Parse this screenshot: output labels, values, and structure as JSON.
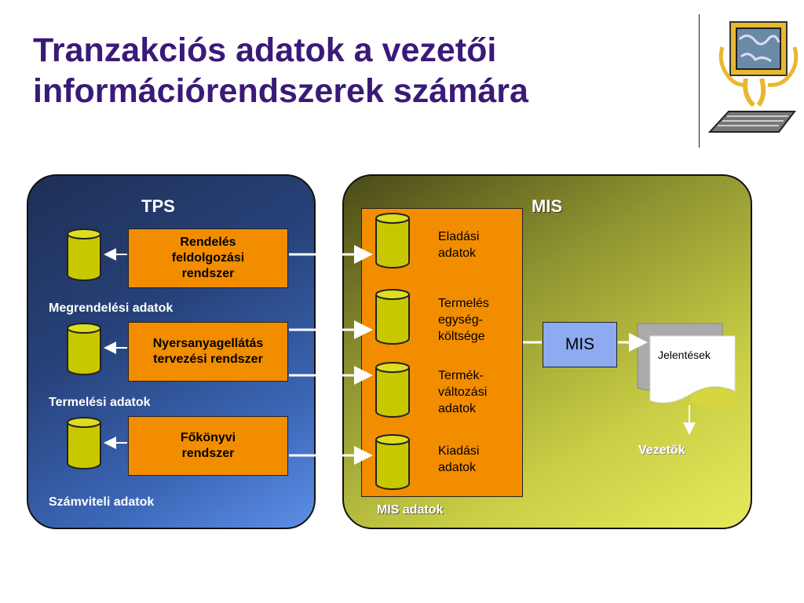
{
  "title": {
    "line1": "Tranzakciós adatok a vezetői",
    "line2": "információrendszerek számára"
  },
  "tps": {
    "heading": "TPS",
    "systems": [
      {
        "line1": "Rendelés",
        "line2": "feldolgozási",
        "line3": "rendszer"
      },
      {
        "line1": "Nyersanyagellátás",
        "line2": "tervezési rendszer"
      },
      {
        "line1": "Főkönyvi",
        "line2": "rendszer"
      }
    ],
    "data_labels": [
      "Megrendelési adatok",
      "Termelési adatok",
      "Számviteli adatok"
    ]
  },
  "mis": {
    "heading": "MIS",
    "data_items": [
      {
        "line1": "Eladási",
        "line2": "adatok"
      },
      {
        "line1": "Termelés",
        "line2": "egység-",
        "line3": "költsége"
      },
      {
        "line1": "Termék-",
        "line2": "változási",
        "line3": "adatok"
      },
      {
        "line1": "Kiadási",
        "line2": "adatok"
      }
    ],
    "data_label": "MIS adatok",
    "system_label": "MIS",
    "reports_label": "Jelentések",
    "managers_label": "Vezetők"
  },
  "colors": {
    "title": "#3a1a78",
    "orange": "#f28d00",
    "cylinder": "#c8c800",
    "mis_box": "#8eaaf0"
  }
}
